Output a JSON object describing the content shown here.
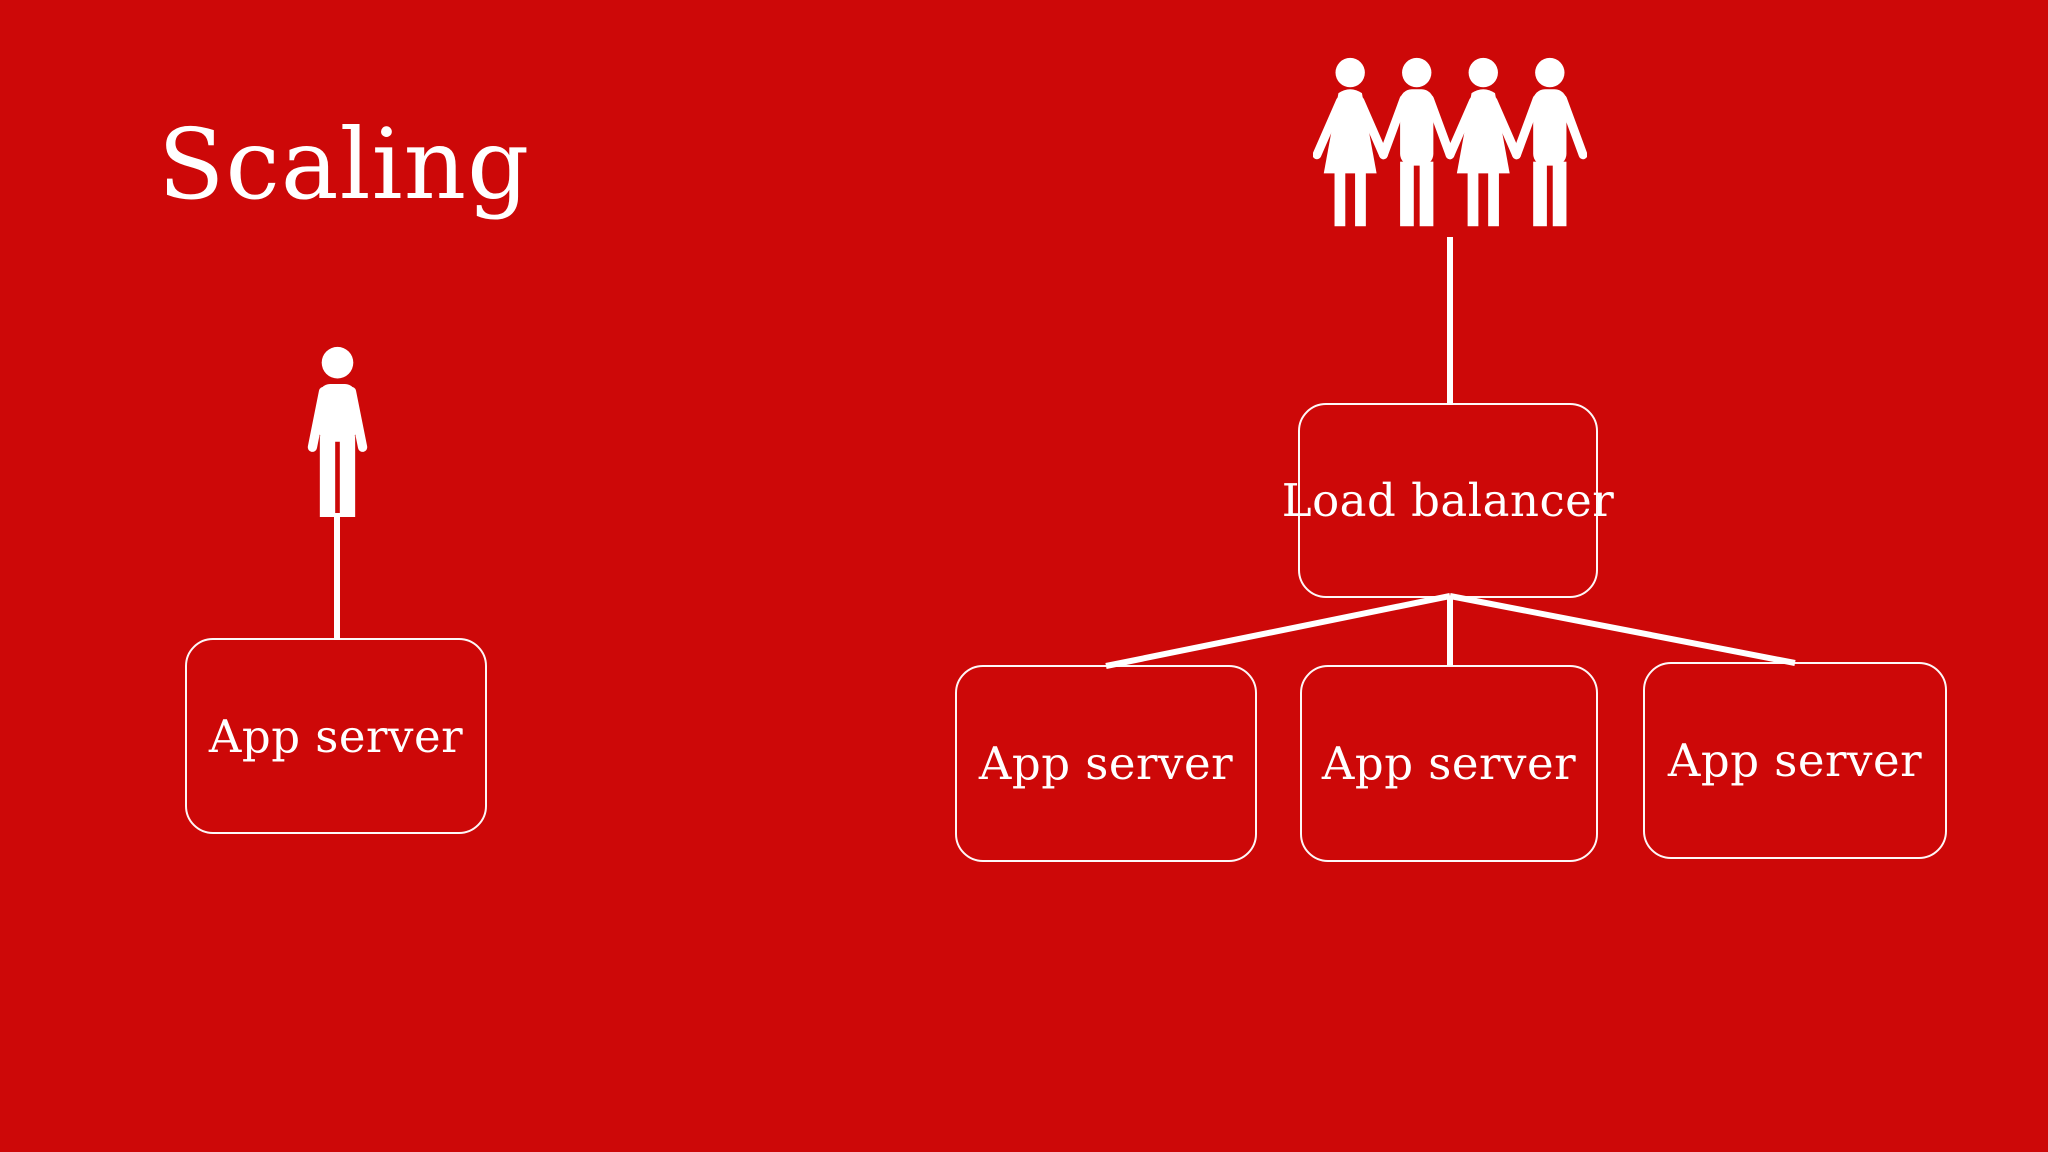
{
  "slide": {
    "title": "Scaling",
    "colors": {
      "background": "#cd0808",
      "foreground": "#ffffff"
    }
  },
  "left_diagram": {
    "user_icon": "single-person-icon",
    "app_server": {
      "label": "App server"
    }
  },
  "right_diagram": {
    "users_icon": "people-group-icon",
    "load_balancer": {
      "label": "Load balancer"
    },
    "app_servers": [
      {
        "label": "App server"
      },
      {
        "label": "App server"
      },
      {
        "label": "App server"
      }
    ]
  }
}
